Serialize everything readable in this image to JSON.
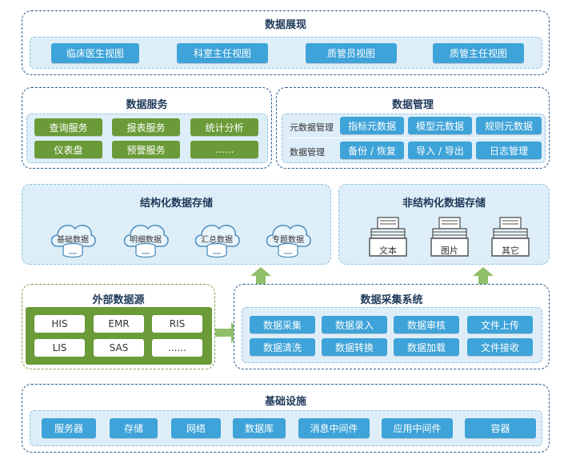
{
  "presentation": {
    "title": "数据展现",
    "items": [
      "临床医生视图",
      "科室主任视图",
      "质管员视图",
      "质管主任视图"
    ]
  },
  "service": {
    "title": "数据服务",
    "items": [
      "查询服务",
      "报表服务",
      "统计分析",
      "仪表盘",
      "预警服务",
      "……"
    ]
  },
  "management": {
    "title": "数据管理",
    "row1_label": "元数据管理",
    "row1_items": [
      "指标元数据",
      "模型元数据",
      "规则元数据"
    ],
    "row2_label": "数据管理",
    "row2_items": [
      "备份 / 恢复",
      "导入 / 导出",
      "日志管理"
    ]
  },
  "structured": {
    "title": "结构化数据存储",
    "items": [
      "基础数据",
      "明细数据",
      "汇总数据",
      "专题数据"
    ]
  },
  "unstructured": {
    "title": "非结构化数据存储",
    "items": [
      "文本",
      "图片",
      "其它"
    ]
  },
  "external": {
    "title": "外部数据源",
    "items": [
      "HIS",
      "EMR",
      "RIS",
      "LIS",
      "SAS",
      "......"
    ]
  },
  "collection": {
    "title": "数据采集系统",
    "items": [
      "数据采集",
      "数据录入",
      "数据审核",
      "文件上传",
      "数据清洗",
      "数据转换",
      "数据加载",
      "文件接收"
    ]
  },
  "infrastructure": {
    "title": "基础设施",
    "items": [
      "服务器",
      "存储",
      "网络",
      "数据库",
      "消息中间件",
      "应用中间件",
      "容器"
    ]
  },
  "colors": {
    "panel_border": "#2c5a8a",
    "inner_bg": "#deeef8",
    "blue_button": "#3ea3d8",
    "green_button": "#6a9b38",
    "arrow_green": "#8fbf6a"
  }
}
